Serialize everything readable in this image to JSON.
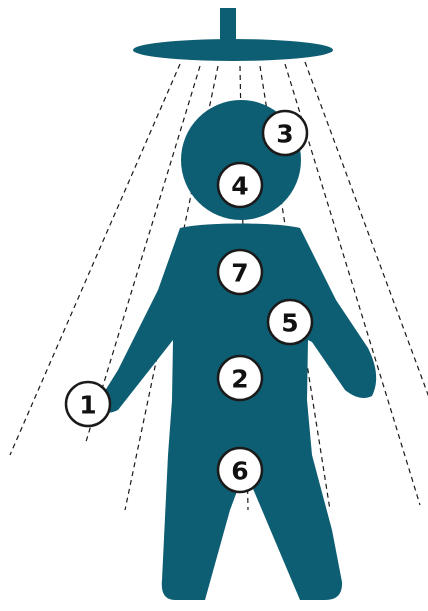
{
  "colors": {
    "body": "#0e5e73",
    "spray": "#1a1a1a",
    "marker_fill": "#ffffff",
    "marker_stroke": "#1a1a1a"
  },
  "icons": {
    "shower_head": "shower-head-icon",
    "figure": "person-silhouette-icon"
  },
  "markers": [
    {
      "id": "1",
      "label": "1"
    },
    {
      "id": "2",
      "label": "2"
    },
    {
      "id": "3",
      "label": "3"
    },
    {
      "id": "4",
      "label": "4"
    },
    {
      "id": "5",
      "label": "5"
    },
    {
      "id": "6",
      "label": "6"
    },
    {
      "id": "7",
      "label": "7"
    }
  ]
}
